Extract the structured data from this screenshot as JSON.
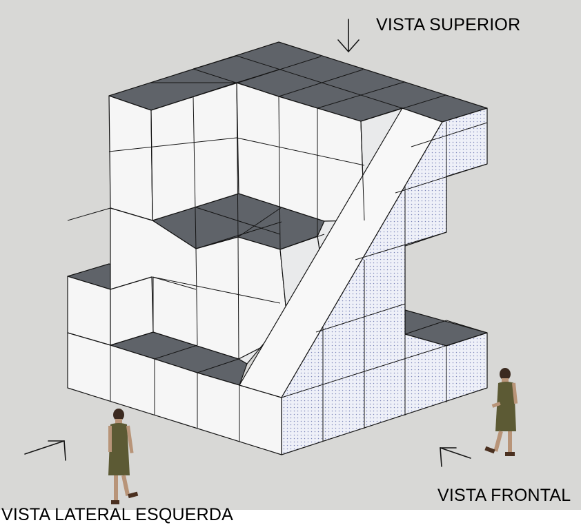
{
  "labels": {
    "top_view": "VISTA SUPERIOR",
    "front_view": "VISTA FRONTAL",
    "left_view": "VISTA LATERAL ESQUERDA"
  },
  "colors": {
    "background": "#d8d8d6",
    "top_face": "#5f6369",
    "white_face": "#f6f6f6",
    "shaded_face": "#e9eaeb",
    "dotted_face": "#eef0f8",
    "dot": "#7d86b8",
    "edge": "#141414",
    "figure_dress": "#5c5a34",
    "figure_skin": "#b89478",
    "figure_hair": "#3b2a20"
  },
  "figures": [
    "person-left",
    "person-right"
  ],
  "icons": [
    "arrow-down-icon",
    "arrow-left-view-icon",
    "arrow-front-view-icon"
  ]
}
